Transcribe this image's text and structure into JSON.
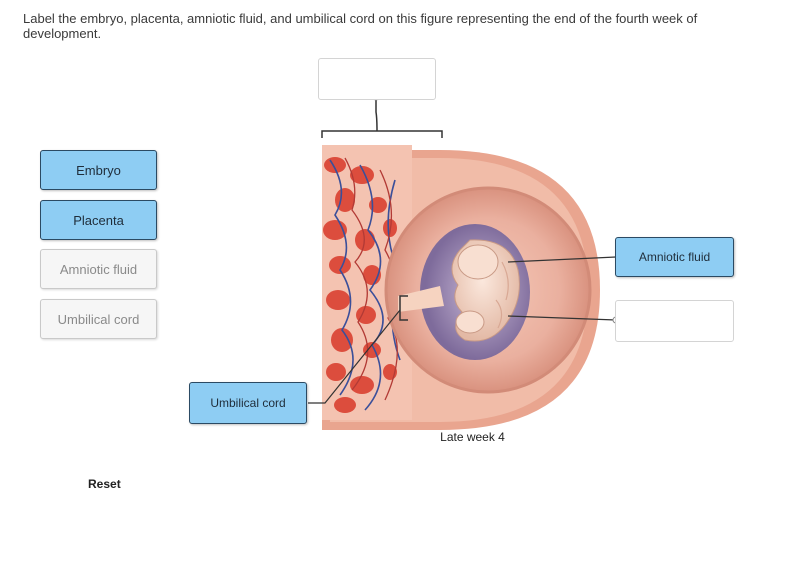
{
  "instructions": "Label the embryo, placenta, amniotic fluid, and umbilical cord on this figure representing the end of the fourth week of development.",
  "word_bank": [
    {
      "label": "Embryo",
      "state": "available"
    },
    {
      "label": "Placenta",
      "state": "available"
    },
    {
      "label": "Amniotic fluid",
      "state": "used"
    },
    {
      "label": "Umbilical cord",
      "state": "used"
    }
  ],
  "drop_targets": {
    "top": "",
    "amniotic": "Amniotic fluid",
    "embryo": "",
    "cord": "Umbilical cord"
  },
  "figure": {
    "caption": "Late week 4"
  },
  "reset_label": "Reset",
  "colors": {
    "chip_active_bg": "#8ecdf3",
    "chip_active_border": "#2b4a63",
    "chip_used_bg": "#f6f6f6",
    "uterine_wall": "#e8a48f",
    "placenta_red": "#d9473a",
    "amnion": "#e9b0a3",
    "cavity": "#8b7aa8",
    "embryo": "#f3d5c6"
  }
}
